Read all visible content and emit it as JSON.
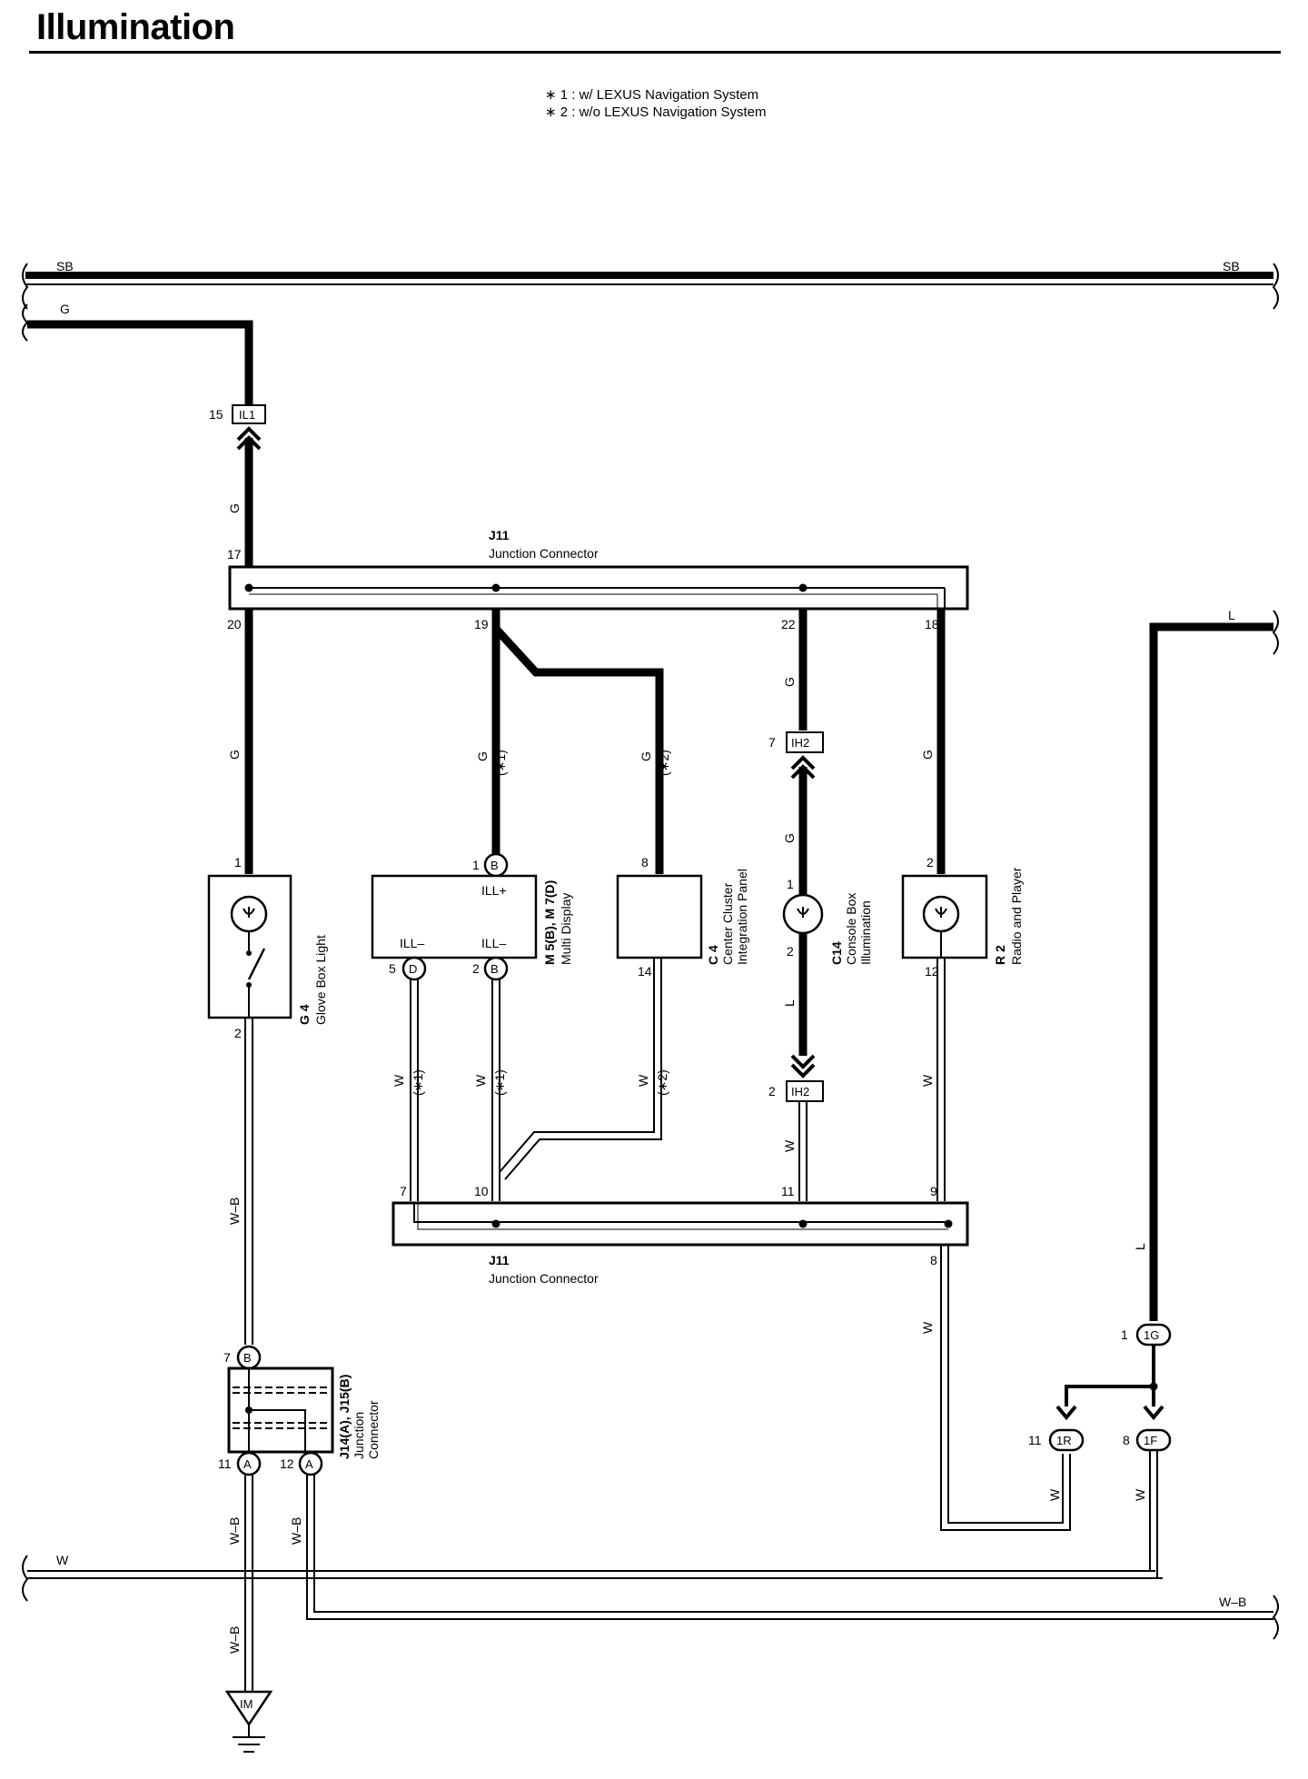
{
  "title": "Illumination",
  "notes": [
    "∗ 1 : w/ LEXUS Navigation System",
    "∗ 2 : w/o LEXUS Navigation System"
  ],
  "wires": {
    "sb_left": "SB",
    "sb_right": "SB",
    "g_top": "G",
    "l_right": "L",
    "w_bottom": "W",
    "wb_bottom": "W–B",
    "g": "G",
    "w": "W",
    "l": "L",
    "wb": "W–B",
    "note1": "(∗1)",
    "note2": "(∗2)"
  },
  "connectors": {
    "il1": "IL1",
    "il1_pin": "15",
    "ih2": "IH2",
    "ih2_top_pin": "7",
    "ih2_bot_pin": "2",
    "1g": "1G",
    "1g_pin": "1",
    "1r": "1R",
    "1r_pin": "11",
    "1f": "1F",
    "1f_pin": "8",
    "im": "IM"
  },
  "j11_top": {
    "code": "J11",
    "name": "Junction Connector",
    "pins": {
      "p17": "17",
      "p20": "20",
      "p19": "19",
      "p22": "22",
      "p18": "18"
    }
  },
  "j11_bottom": {
    "code": "J11",
    "name": "Junction Connector",
    "pins": {
      "p7": "7",
      "p10": "10",
      "p11": "11",
      "p9": "9",
      "p8": "8"
    }
  },
  "components": {
    "glove_box": {
      "code": "G 4",
      "name": "Glove Box Light",
      "pin1": "1",
      "pin2": "2"
    },
    "multi_display": {
      "code": "M 5(B), M 7(D)",
      "name": "Multi Display",
      "ill_plus": "ILL+",
      "ill_minus_a": "ILL–",
      "ill_minus_b": "ILL–",
      "pin_b1": "1",
      "pin_d5": "5",
      "pin_b2": "2",
      "b": "B",
      "d": "D"
    },
    "center_cluster": {
      "code": "C 4",
      "name1": "Center Cluster",
      "name2": "Integration Panel",
      "pin8": "8",
      "pin14": "14"
    },
    "console_box": {
      "code": "C14",
      "name1": "Console Box",
      "name2": "Illumination",
      "pin1": "1",
      "pin2": "2"
    },
    "radio": {
      "code": "R 2",
      "name": "Radio and Player",
      "pin2": "2",
      "pin12": "12"
    },
    "j14": {
      "code": "J14(A), J15(B)",
      "name1": "Junction",
      "name2": "Connector",
      "pin7": "7",
      "pin11": "11",
      "pin12": "12",
      "a": "A",
      "b": "B"
    }
  }
}
